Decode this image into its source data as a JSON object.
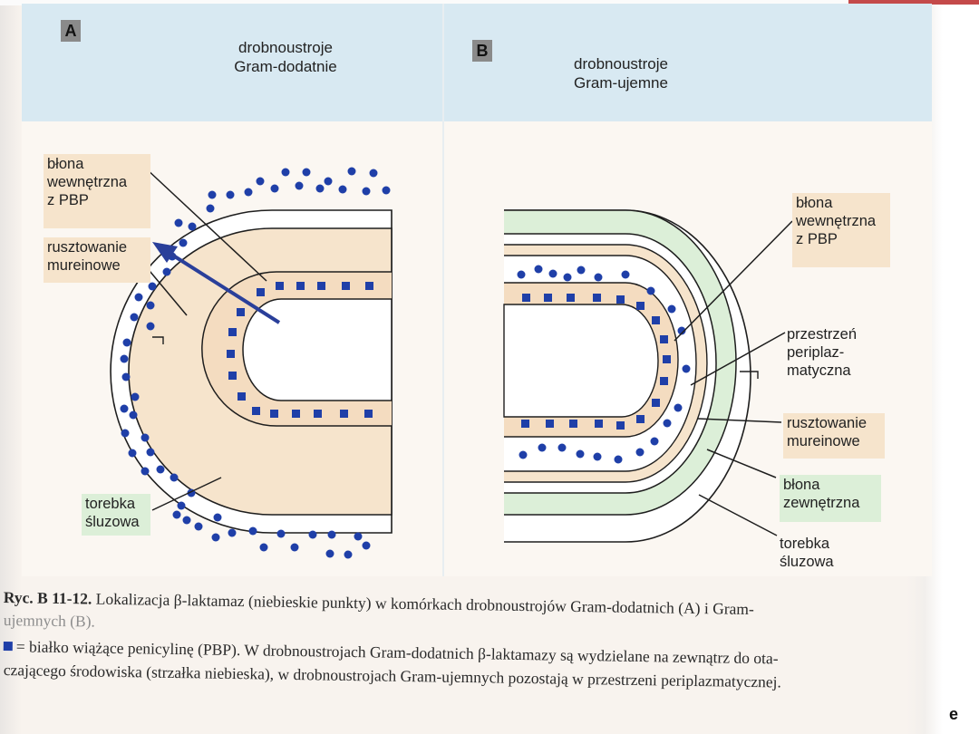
{
  "panels": {
    "a": {
      "letter": "A",
      "title_line1": "drobnoustroje",
      "title_line2": "Gram-dodatnie"
    },
    "b": {
      "letter": "B",
      "title_line1": "drobnoustroje",
      "title_line2": "Gram-ujemne"
    }
  },
  "labels_a": {
    "inner_membrane": [
      "błona",
      "wewnętrzna",
      "z PBP"
    ],
    "murein": [
      "rusztowanie",
      "mureinowe"
    ],
    "capsule": [
      "torebka",
      "śluzowa"
    ]
  },
  "labels_b": {
    "inner_membrane": [
      "błona",
      "wewnętrzna",
      "z PBP"
    ],
    "periplasm": [
      "przestrzeń",
      "periplaz-",
      "matyczna"
    ],
    "murein": [
      "rusztowanie",
      "mureinowe"
    ],
    "outer_membrane": [
      "błona",
      "zewnętrzna"
    ],
    "capsule": [
      "torebka",
      "śluzowa"
    ]
  },
  "caption": {
    "fig_number": "Ryc. B 11-12.",
    "line1": "Lokalizacja β-laktamaz (niebieskie punkty) w komórkach drobnoustrojów Gram-dodatnich (A) i Gram-",
    "line2": "ujemnych (B).",
    "line3": "= białko wiążące penicylinę (PBP). W drobnoustrojach Gram-dodatnich β-laktamazy są wydzielane na zewnątrz do ota-",
    "line4": "czającego środowiska (strzałka niebieska), w drobnoustrojach Gram-ujemnych pozostają w przestrzeni periplazmatycznej."
  },
  "side_glyph": "e",
  "colors": {
    "header_blue": "#d8e9f2",
    "peach": "#f6e4cc",
    "green": "#dcefd8",
    "dot_blue": "#1f3fa8",
    "arrow_blue": "#2a3f9a"
  }
}
